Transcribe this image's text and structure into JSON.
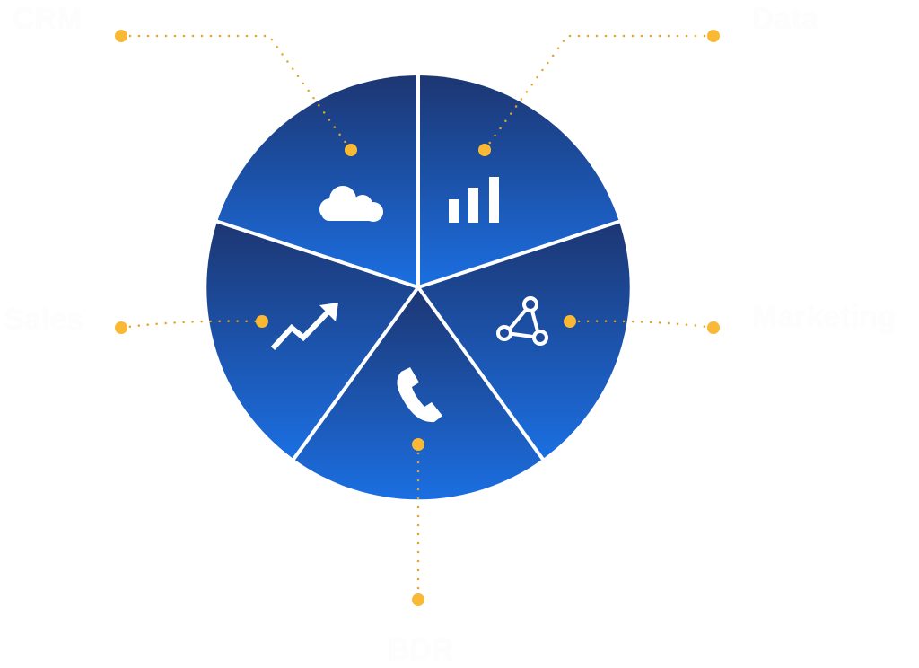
{
  "colors": {
    "dark": "#1d3672",
    "light": "#1b6fe2",
    "accent": "#f9b935",
    "divider": "#ffffff"
  },
  "segments": [
    {
      "label": "CRM",
      "icon": "cloud-icon"
    },
    {
      "label": "Data",
      "icon": "bar-chart-icon"
    },
    {
      "label": "Marketing",
      "icon": "network-icon"
    },
    {
      "label": "BDR",
      "icon": "phone-icon"
    },
    {
      "label": "Sales",
      "icon": "trend-up-icon"
    }
  ]
}
